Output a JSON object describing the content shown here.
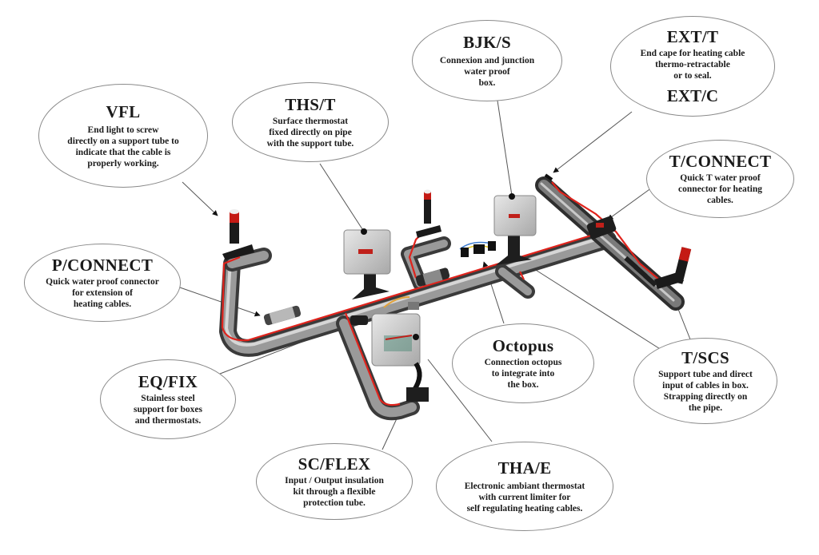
{
  "diagram": {
    "colors": {
      "pipe": "#6e6e6e",
      "pipe_highlight": "#bdbdbd",
      "cable": "#e0231c",
      "box": "#d4d4d4",
      "bracket": "#1e1e1e",
      "leader": "#555555"
    },
    "callouts": [
      {
        "id": "vfl",
        "code": "VFL",
        "description": "End light to screw\ndirectly on a support tube to\nindicate that the cable is\nproperly working."
      },
      {
        "id": "ths-t",
        "code": "THS/T",
        "description": "Surface thermostat\nfixed directly on pipe\nwith the support tube."
      },
      {
        "id": "bjk-s",
        "code": "BJK/S",
        "description": "Connexion and junction\nwater proof\nbox."
      },
      {
        "id": "ext-t",
        "code": "EXT/T",
        "description": "End cape for heating cable\nthermo-retractable\nor to seal.",
        "code_secondary": "EXT/C"
      },
      {
        "id": "t-connect",
        "code": "T/CONNECT",
        "description": "Quick T water proof\nconnector for heating\ncables."
      },
      {
        "id": "p-connect",
        "code": "P/CONNECT",
        "description": "Quick water proof connector\nfor extension of\nheating cables."
      },
      {
        "id": "eq-fix",
        "code": "EQ/FIX",
        "description": "Stainless steel\nsupport for boxes\nand thermostats."
      },
      {
        "id": "octopus",
        "code": "Octopus",
        "description": "Connection octopus\nto integrate into\nthe box."
      },
      {
        "id": "t-scs",
        "code": "T/SCS",
        "description": "Support tube and direct\ninput of cables in box.\nStrapping directly on\nthe pipe."
      },
      {
        "id": "sc-flex",
        "code": "SC/FLEX",
        "description": "Input / Output insulation\nkit through a flexible\nprotection tube."
      },
      {
        "id": "tha-e",
        "code": "THA/E",
        "description": "Electronic ambiant thermostat\nwith current limiter for\nself regulating heating cables."
      }
    ]
  }
}
